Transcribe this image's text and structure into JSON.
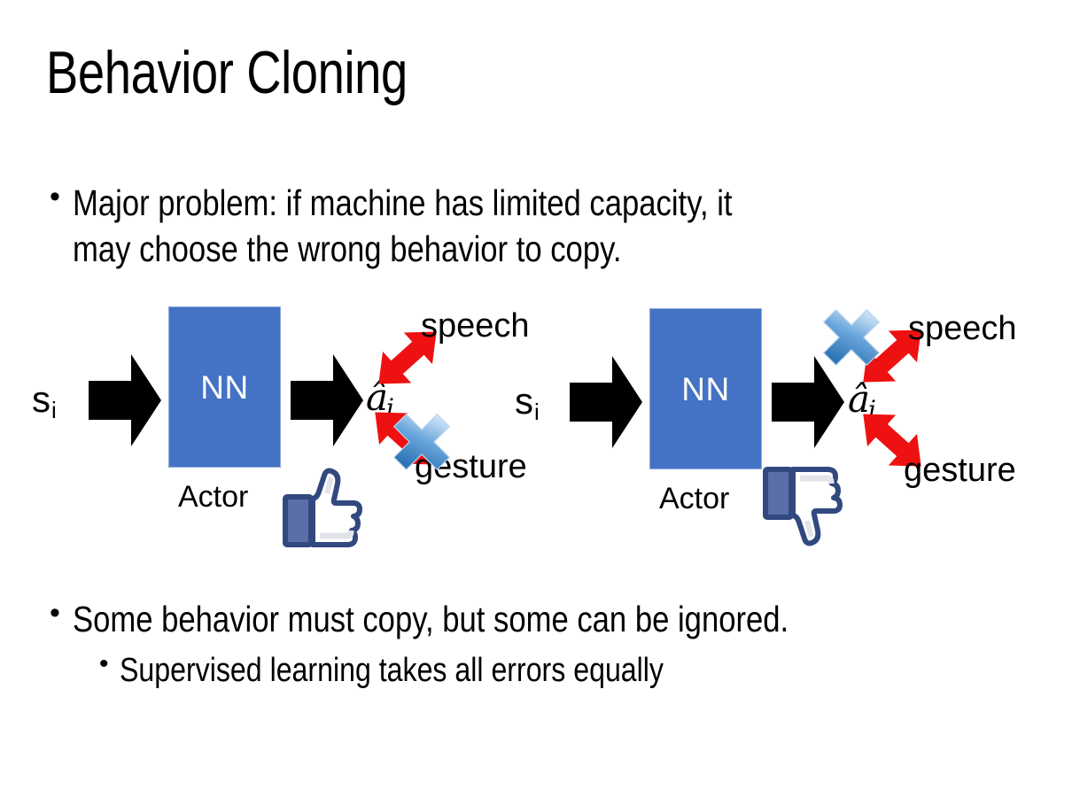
{
  "slide": {
    "title": "Behavior Cloning",
    "background_color": "#FFFFFF",
    "text_color": "#000000"
  },
  "bullets": {
    "top": {
      "marker": "•",
      "text": "Major problem: if machine has limited capacity, it\nmay choose the wrong behavior to copy."
    },
    "bottom_1": {
      "marker": "•",
      "text": "Some behavior must copy, but some can be ignored."
    },
    "bottom_2": {
      "marker": "•",
      "text": "Supervised learning takes all errors equally"
    }
  },
  "colors": {
    "nn_box_fill": "#4472C4",
    "nn_box_border": "#8FAADC",
    "nn_box_text": "#FFFFFF",
    "arrow_black": "#000000",
    "arrow_red": "#EE1111",
    "cross_blue_light": "#DCEAF8",
    "cross_blue_mid": "#6FA8DC",
    "cross_blue_dark": "#2E75B6",
    "thumb_outline": "#31497F",
    "thumb_sleeve": "#5B6EA8",
    "thumb_fill": "#FFFFFF",
    "thumb_shadow": "#E2E4EA"
  },
  "diagrams": [
    {
      "id": "left",
      "state_label": "s",
      "state_subscript": "i",
      "nn_label": "NN",
      "actor_label": "Actor",
      "action_label": "â",
      "action_subscript": "i",
      "outputs": [
        {
          "label": "speech",
          "direction": "up-right",
          "crossed": false
        },
        {
          "label": "gesture",
          "direction": "down-right",
          "crossed": true
        }
      ],
      "feedback_icon": "thumbs-up-icon",
      "feedback_verdict": "positive"
    },
    {
      "id": "right",
      "state_label": "s",
      "state_subscript": "i",
      "nn_label": "NN",
      "actor_label": "Actor",
      "action_label": "â",
      "action_subscript": "i",
      "outputs": [
        {
          "label": "speech",
          "direction": "up-right",
          "crossed": true
        },
        {
          "label": "gesture",
          "direction": "down-right",
          "crossed": false
        }
      ],
      "feedback_icon": "thumbs-down-icon",
      "feedback_verdict": "negative"
    }
  ]
}
